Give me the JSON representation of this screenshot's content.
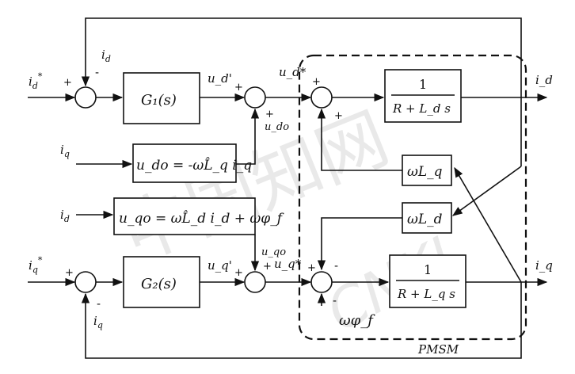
{
  "watermark": {
    "chinese": "中国知网",
    "latin": "CNKI"
  },
  "inputs": {
    "id_ref": "i",
    "id_ref_sub": "d",
    "id_ref_sup": "*",
    "iq_ref": "i",
    "iq_ref_sub": "q",
    "iq_ref_sup": "*"
  },
  "feedback_labels": {
    "id_top": "i",
    "id_top_sub": "d",
    "iq_bottom": "i",
    "iq_bottom_sub": "q",
    "iq_left": "i",
    "iq_left_sub": "q",
    "id_left": "i",
    "id_left_sub": "d"
  },
  "blocks": {
    "g1": "G₁(s)",
    "g2": "G₂(s)",
    "udo": "u_do = -ωL̂_q i_q",
    "uqo": "u_qo = ωL̂_d i_d + ωφ_f",
    "tf_d_num": "1",
    "tf_d_den": "R + L_d s",
    "tf_q_num": "1",
    "tf_q_den": "R + L_q s",
    "wlq": "ωL_q",
    "wld": "ωL_d",
    "wphi": "ωφ_f"
  },
  "signals": {
    "ud_prime": "u_d'",
    "uq_prime": "u_q'",
    "ud_star": "u_d*",
    "uq_star": "u_q*",
    "udo": "u_do",
    "uqo": "u_qo",
    "out_id": "i_d",
    "out_iq": "i_q"
  },
  "signs": {
    "plus": "+",
    "minus": "-"
  },
  "pmsm_label": "PMSM"
}
